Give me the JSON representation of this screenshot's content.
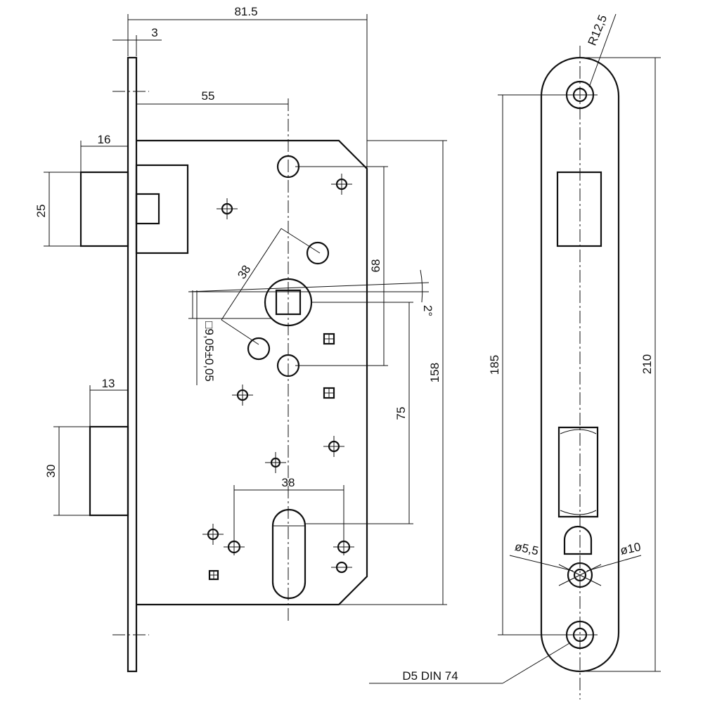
{
  "dimensions": {
    "overall_depth": "81.5",
    "faceplate_thickness": "3",
    "backset": "55",
    "latch_projection": "16",
    "latch_height": "25",
    "bolt_projection": "13",
    "bolt_height": "30",
    "hole_spacing": "38",
    "follower_to_cylinder_top": "68",
    "case_height": "158",
    "follower_to_cylinder": "75",
    "cylinder_hole_spacing": "38",
    "follower_square": "□9,05±0,05",
    "angle": "2°",
    "faceplate_radius": "R12,5",
    "faceplate_hole_spacing": "185",
    "faceplate_height": "210",
    "screw_hole_small": "ø5,5",
    "screw_hole_large": "ø10"
  },
  "screw_spec": "D5 DIN 74"
}
